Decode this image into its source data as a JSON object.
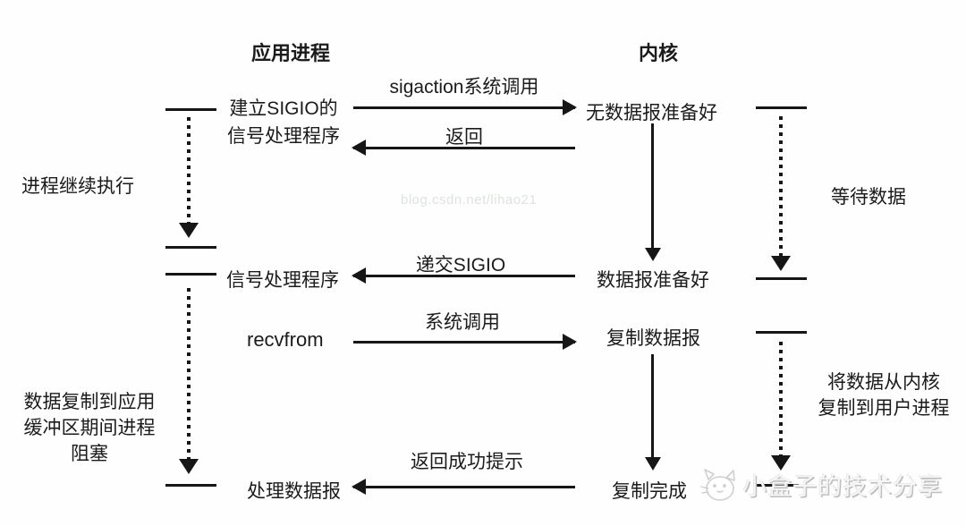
{
  "headers": {
    "app": "应用进程",
    "kernel": "内核"
  },
  "app_column": {
    "setup_line1": "建立SIGIO的",
    "setup_line2": "信号处理程序",
    "signal_handler": "信号处理程序",
    "recvfrom": "recvfrom",
    "process_datagram": "处理数据报"
  },
  "kernel_column": {
    "no_datagram_ready": "无数据报准备好",
    "datagram_ready": "数据报准备好",
    "copy_datagram": "复制数据报",
    "copy_complete": "复制完成"
  },
  "arrows": {
    "sigaction_syscall": "sigaction系统调用",
    "return": "返回",
    "deliver_sigio": "递交SIGIO",
    "syscall": "系统调用",
    "return_success": "返回成功提示"
  },
  "notes": {
    "process_continues": "进程继续执行",
    "waiting_data": "等待数据",
    "copy_blocking_line1": "数据复制到应用",
    "copy_blocking_line2": "缓冲区期间进程",
    "copy_blocking_line3": "阻塞",
    "kernel_to_user_line1": "将数据从内核",
    "kernel_to_user_line2": "复制到用户进程"
  },
  "watermarks": {
    "csdn": "blog.csdn.net/lihao21",
    "brand": "小盒子的技术分享"
  },
  "colors": {
    "line": "#161616",
    "text": "#1b1b1b"
  }
}
